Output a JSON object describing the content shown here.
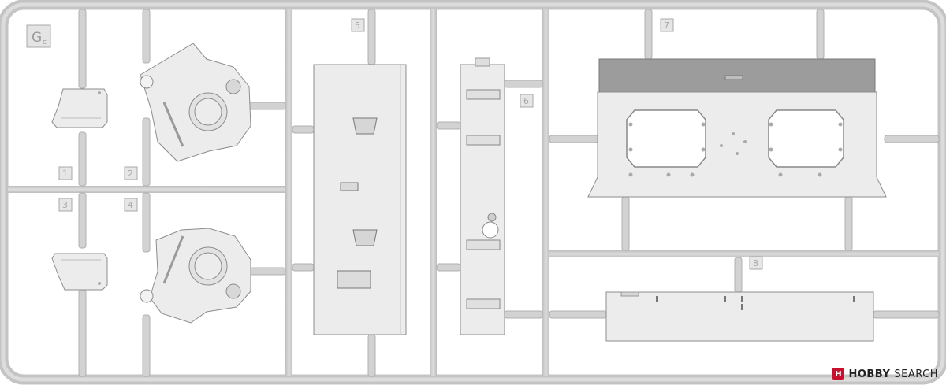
{
  "sprue": {
    "frame_code": "G",
    "frame_code_sub": "c",
    "part_numbers": [
      "1",
      "2",
      "3",
      "4",
      "5",
      "6",
      "7",
      "8"
    ]
  },
  "watermark": {
    "logo_glyph": "H",
    "brand": "HOBBY",
    "word": "SEARCH"
  },
  "colors": {
    "frame": "#c9c9c9",
    "part_fill": "#ececec",
    "part_stroke": "#8c8c8c",
    "panel_top": "#9c9c9c",
    "logo": "#c8102e"
  }
}
